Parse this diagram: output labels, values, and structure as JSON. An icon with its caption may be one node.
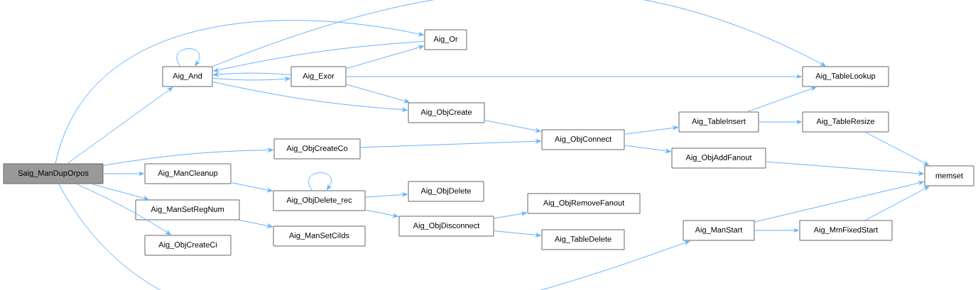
{
  "diagram": {
    "nodes": [
      {
        "text": [
          "Saig_ManDupOrpos"
        ]
      },
      {
        "text": [
          "Aig_And"
        ]
      },
      {
        "text": [
          "Aig_Or"
        ]
      },
      {
        "text": [
          "Aig_Exor"
        ]
      },
      {
        "text": [
          "Aig_TableLookup"
        ]
      },
      {
        "text": [
          "Aig_ObjCreate"
        ]
      },
      {
        "text": [
          "Aig_ObjCreateCo"
        ]
      },
      {
        "text": [
          "Aig_ObjConnect"
        ]
      },
      {
        "text": [
          "Aig_TableInsert"
        ]
      },
      {
        "text": [
          "Aig_TableResize"
        ]
      },
      {
        "text": [
          "Aig_ObjAddFanout"
        ]
      },
      {
        "text": [
          "memset"
        ]
      },
      {
        "text": [
          "Aig_ManCleanup"
        ]
      },
      {
        "text": [
          "Aig_ObjDelete_rec"
        ]
      },
      {
        "text": [
          "Aig_ObjDelete"
        ]
      },
      {
        "text": [
          "Aig_ManSetRegNum"
        ]
      },
      {
        "text": [
          "Aig_ObjDisconnect"
        ]
      },
      {
        "text": [
          "Aig_ObjRemoveFanout"
        ]
      },
      {
        "text": [
          "Aig_TableDelete"
        ]
      },
      {
        "text": [
          "Aig_ManSetCiIds"
        ]
      },
      {
        "text": [
          "Aig_ObjCreateCi"
        ]
      },
      {
        "text": [
          "Aig_ManStart"
        ]
      },
      {
        "text": [
          "Aig_MmFixedStart"
        ]
      }
    ],
    "edges": [
      {
        "from": 0,
        "to": 2,
        "arrow": "to"
      },
      {
        "from": 0,
        "to": 1,
        "arrow": "to"
      },
      {
        "from": 0,
        "to": 6,
        "arrow": "to"
      },
      {
        "from": 0,
        "to": 12,
        "arrow": "to"
      },
      {
        "from": 0,
        "to": 15,
        "arrow": "to"
      },
      {
        "from": 0,
        "to": 20,
        "arrow": "to"
      },
      {
        "from": 0,
        "to": 21,
        "arrow": "to"
      },
      {
        "from": 1,
        "to": 1,
        "arrow": "to"
      },
      {
        "from": 1,
        "to": 3,
        "arrow": "to"
      },
      {
        "from": 1,
        "to": 5,
        "arrow": "to"
      },
      {
        "from": 1,
        "to": 4,
        "arrow": "to"
      },
      {
        "from": 2,
        "to": 1,
        "arrow": "to"
      },
      {
        "from": 3,
        "to": 1,
        "arrow": "to"
      },
      {
        "from": 3,
        "to": 2,
        "arrow": "to"
      },
      {
        "from": 3,
        "to": 4,
        "arrow": "to"
      },
      {
        "from": 3,
        "to": 5,
        "arrow": "to"
      },
      {
        "from": 5,
        "to": 7,
        "arrow": "to"
      },
      {
        "from": 6,
        "to": 7,
        "arrow": "to"
      },
      {
        "from": 7,
        "to": 8,
        "arrow": "to"
      },
      {
        "from": 7,
        "to": 10,
        "arrow": "to"
      },
      {
        "from": 8,
        "to": 4,
        "arrow": "to"
      },
      {
        "from": 8,
        "to": 9,
        "arrow": "to"
      },
      {
        "from": 9,
        "to": 11,
        "arrow": "to"
      },
      {
        "from": 10,
        "to": 11,
        "arrow": "to"
      },
      {
        "from": 12,
        "to": 13,
        "arrow": "to"
      },
      {
        "from": 13,
        "to": 13,
        "arrow": "to"
      },
      {
        "from": 13,
        "to": 14,
        "arrow": "to"
      },
      {
        "from": 13,
        "to": 16,
        "arrow": "to"
      },
      {
        "from": 15,
        "to": 19,
        "arrow": "to"
      },
      {
        "from": 16,
        "to": 17,
        "arrow": "to"
      },
      {
        "from": 16,
        "to": 18,
        "arrow": "to"
      },
      {
        "from": 21,
        "to": 11,
        "arrow": "to"
      },
      {
        "from": 21,
        "to": 22,
        "arrow": "to"
      },
      {
        "from": 22,
        "to": 11,
        "arrow": "to"
      }
    ]
  }
}
